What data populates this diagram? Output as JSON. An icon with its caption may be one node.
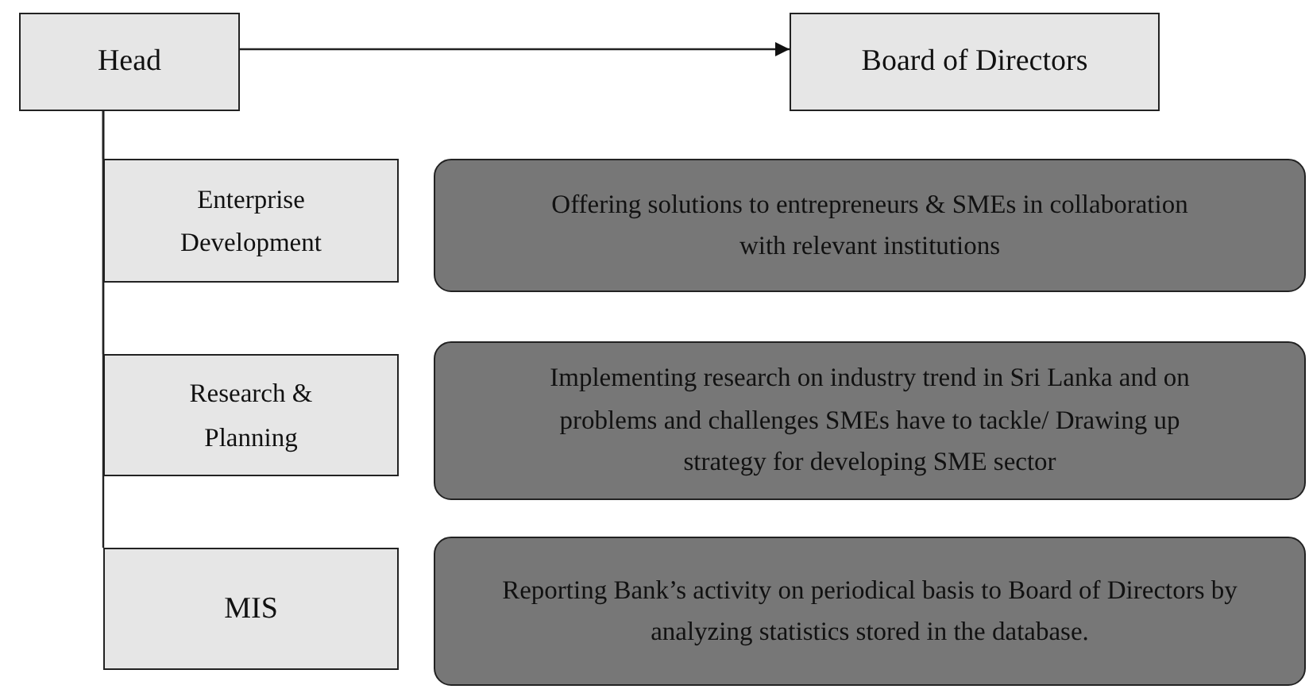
{
  "diagram": {
    "nodes": [
      {
        "text": [
          "Head"
        ]
      },
      {
        "text": [
          "Board of Directors"
        ]
      },
      {
        "text": [
          "Enterprise Development"
        ]
      },
      {
        "text": [
          "Offering solutions to entrepreneurs & SMEs in collaboration with relevant institutions"
        ]
      },
      {
        "text": [
          "Research & Planning"
        ]
      },
      {
        "text": [
          "Implementing research on industry trend in Sri Lanka and on problems and challenges SMEs have to tackle/ Drawing up strategy for developing SME sector"
        ]
      },
      {
        "text": [
          "MIS"
        ]
      },
      {
        "text": [
          "Reporting Bank’s activity on periodical basis to Board of Directors by analyzing statistics stored in the database."
        ]
      }
    ],
    "edges": [
      {
        "from": 0,
        "to": 1,
        "arrow": "to"
      },
      {
        "from": 0,
        "to": 2,
        "arrow": "none"
      },
      {
        "from": 0,
        "to": 4,
        "arrow": "none"
      },
      {
        "from": 0,
        "to": 6,
        "arrow": "none"
      }
    ]
  }
}
